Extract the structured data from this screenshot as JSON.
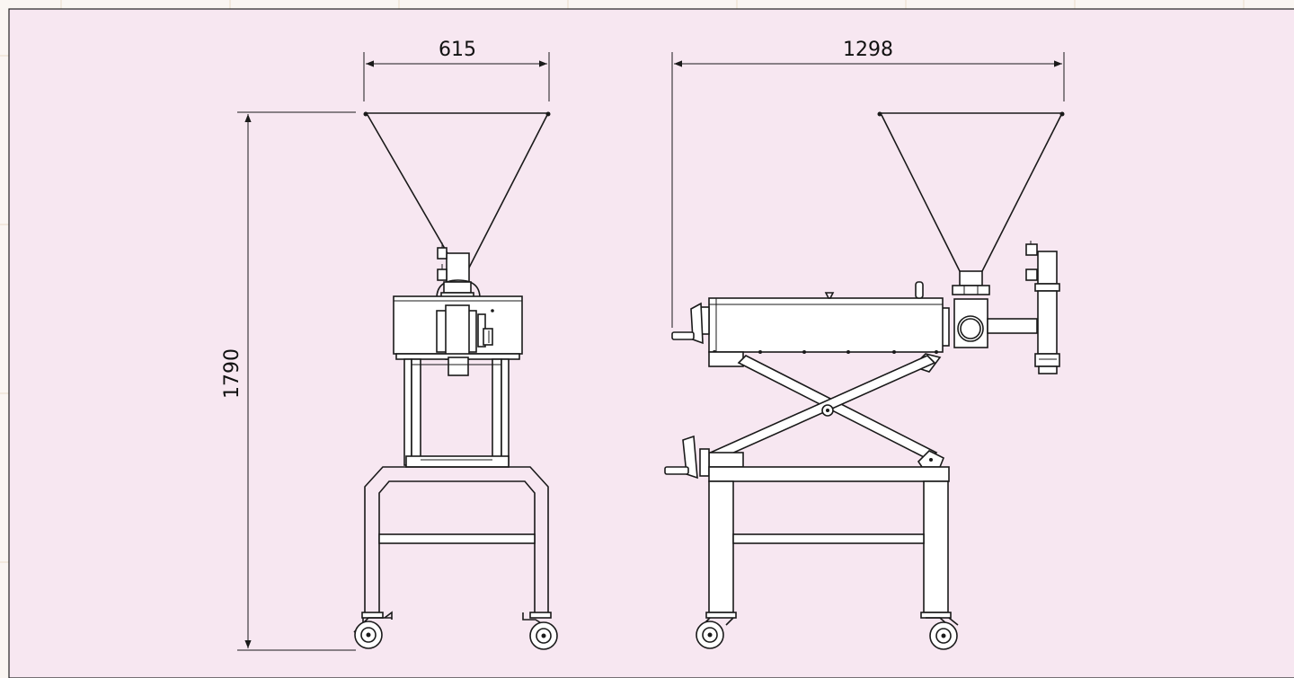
{
  "dimensions": {
    "front_width": "615",
    "side_length": "1298",
    "height": "1790"
  },
  "colors": {
    "panel_background": "#f7e7f1",
    "outer_background": "#faf6f2",
    "grid_line": "#e9dcc8",
    "line": "#1a1a1a"
  }
}
